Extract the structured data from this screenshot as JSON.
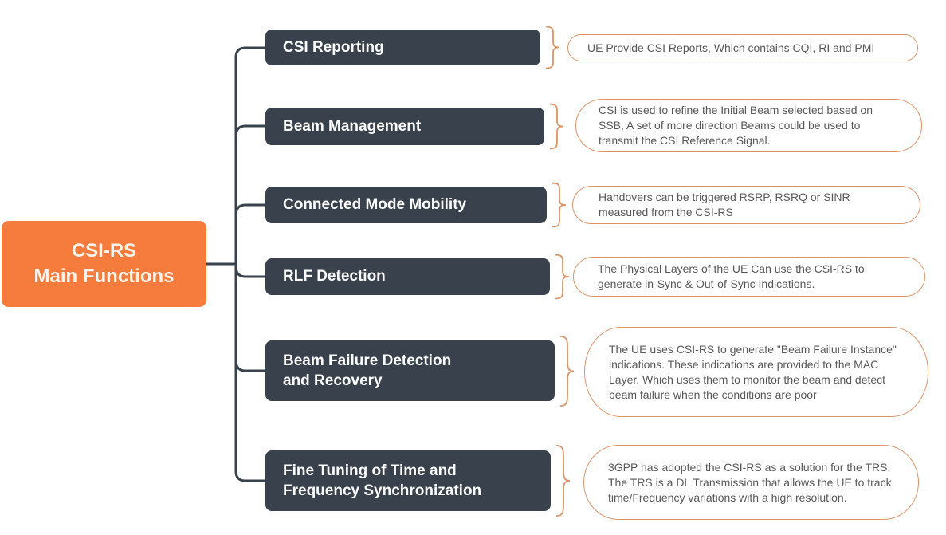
{
  "title": "CSI-RS Main Functions",
  "colors": {
    "root_bg": "#F57C3C",
    "node_bg": "#39424C",
    "connector": "#39434D",
    "accent": "#DC9368",
    "bubble_text": "#595959"
  },
  "root": {
    "label": "CSI-RS\nMain Functions"
  },
  "branches": [
    {
      "label": "CSI Reporting",
      "description": "UE Provide CSI Reports, Which contains CQI, RI and PMI"
    },
    {
      "label": "Beam Management",
      "description": "CSI is used to refine the Initial Beam selected based on SSB, A set of more direction Beams could be used to transmit the CSI Reference Signal."
    },
    {
      "label": "Connected Mode Mobility",
      "description": "Handovers can be triggered RSRP, RSRQ or SINR measured from the CSI-RS"
    },
    {
      "label": "RLF Detection",
      "description": "The Physical Layers of the UE Can use the CSI-RS to generate in-Sync & Out-of-Sync Indications."
    },
    {
      "label": "Beam Failure Detection\nand Recovery",
      "description": "The UE uses CSI-RS to generate \"Beam Failure Instance\" indications. These indications are provided to the MAC Layer. Which uses them to monitor the beam and detect beam failure when the conditions are poor"
    },
    {
      "label": "Fine Tuning of Time and\nFrequency Synchronization",
      "description": "3GPP has adopted the CSI-RS as a solution for the TRS. The TRS is a DL Transmission that allows the UE to track time/Frequency variations with a high resolution."
    }
  ]
}
